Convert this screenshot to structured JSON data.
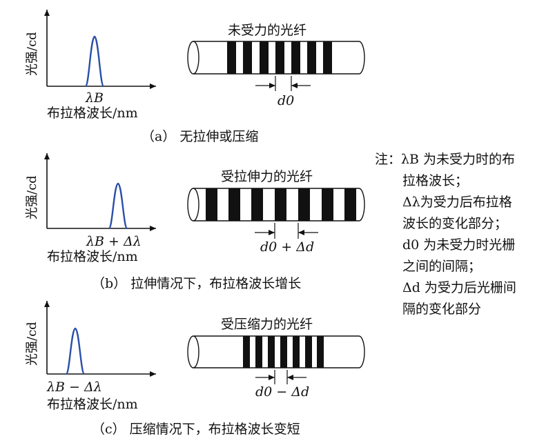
{
  "panels": [
    {
      "y_axis_label": "光强/cd",
      "peak_label": "λB",
      "x_axis_label": "布拉格波长/nm",
      "fiber_title": "未受力的光纤",
      "spacing_label": "d0",
      "caption": "（a） 无拉伸或压缩"
    },
    {
      "y_axis_label": "光强/cd",
      "peak_label": "λB + Δλ",
      "x_axis_label": "布拉格波长/nm",
      "fiber_title": "受拉伸力的光纤",
      "spacing_label": "d0 + Δd",
      "caption": "（b） 拉伸情况下，布拉格波长增长"
    },
    {
      "y_axis_label": "光强/cd",
      "peak_label": "λB − Δλ",
      "x_axis_label": "布拉格波长/nm",
      "fiber_title": "受压缩力的光纤",
      "spacing_label": "d0 − Δd",
      "caption": "（c） 压缩情况下，布拉格波长变短"
    }
  ],
  "note": {
    "lines": [
      "注：λB 为未受力时的布",
      "拉格波长；",
      "Δλ为受力后布拉格",
      "波长的变化部分；",
      "d0 为未受力时光栅",
      "之间的间隔；",
      "Δd 为受力后光栅间",
      "隔的变化部分"
    ]
  },
  "colors": {
    "peak": "#2b4fa8",
    "ink": "#111111"
  }
}
